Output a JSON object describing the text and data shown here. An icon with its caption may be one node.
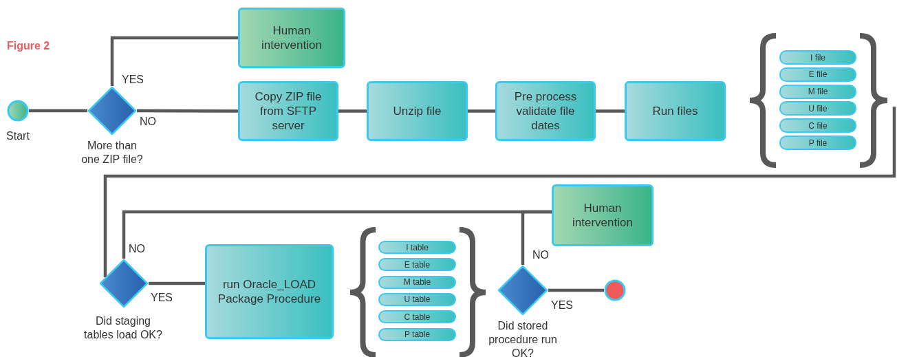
{
  "diagram": {
    "nodes": [
      {
        "text": [],
        "shape": "circle",
        "beside": [
          "Start"
        ]
      },
      {
        "text": [],
        "shape": "diamond",
        "beside": [
          "More than one ZIP file?"
        ]
      },
      {
        "text": [
          "Human intervention"
        ]
      },
      {
        "text": [
          "Copy ZIP file from SFTP server"
        ]
      },
      {
        "text": [
          "Unzip file"
        ]
      },
      {
        "text": [
          "Pre process validate file dates"
        ]
      },
      {
        "text": [
          "Run files"
        ]
      },
      {
        "text": [
          "I file"
        ]
      },
      {
        "text": [
          "E file"
        ]
      },
      {
        "text": [
          "M file"
        ]
      },
      {
        "text": [
          "U file"
        ]
      },
      {
        "text": [
          "C file"
        ]
      },
      {
        "text": [
          "P file"
        ]
      },
      {
        "text": [],
        "shape": "diamond",
        "beside": [
          "Did staging tables load OK?"
        ]
      },
      {
        "text": [
          "run Oracle_LOAD Package Procedure"
        ]
      },
      {
        "text": [
          "I table"
        ]
      },
      {
        "text": [
          "E table"
        ]
      },
      {
        "text": [
          "M table"
        ]
      },
      {
        "text": [
          "U table"
        ]
      },
      {
        "text": [
          "C table"
        ]
      },
      {
        "text": [
          "P table"
        ]
      },
      {
        "text": [],
        "shape": "diamond",
        "beside": [
          "Did stored procedure run OK?"
        ]
      },
      {
        "text": [
          "Human intervention"
        ]
      },
      {
        "text": [],
        "shape": "circle"
      },
      {
        "text": [],
        "shape": "bracket"
      }
    ],
    "edges": [
      {
        "from": 0,
        "to": 1,
        "arrow": "none"
      },
      {
        "from": 1,
        "to": 2,
        "arrow": "none",
        "label": "YES"
      },
      {
        "from": 1,
        "to": 3,
        "arrow": "none",
        "label": "NO"
      },
      {
        "from": 3,
        "to": 4,
        "arrow": "none"
      },
      {
        "from": 4,
        "to": 5,
        "arrow": "none"
      },
      {
        "from": 5,
        "to": 6,
        "arrow": "none"
      },
      {
        "from": 24,
        "to": 13,
        "arrow": "none"
      },
      {
        "from": 13,
        "to": 14,
        "arrow": "none",
        "label": "YES"
      },
      {
        "from": 13,
        "to": 22,
        "arrow": "none",
        "label": "NO"
      },
      {
        "from": 21,
        "to": 22,
        "arrow": "none",
        "label": "NO"
      },
      {
        "from": 21,
        "to": 23,
        "arrow": "none",
        "label": "YES"
      }
    ],
    "labels": [
      "Figure 2"
    ]
  }
}
